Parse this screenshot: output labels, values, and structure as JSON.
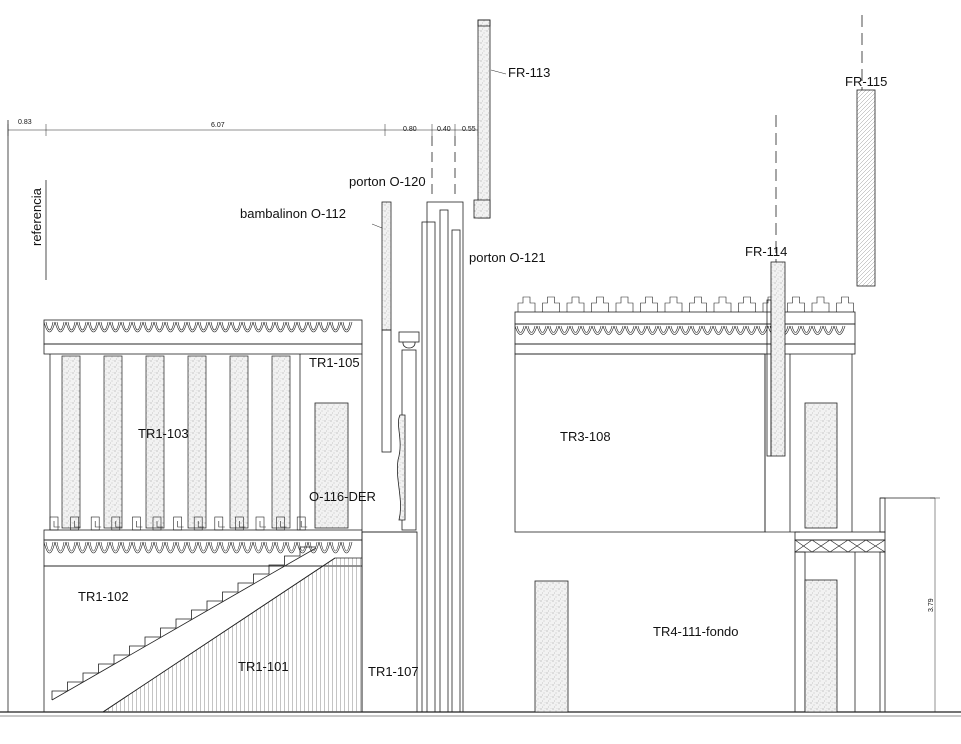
{
  "labels": {
    "referencia": "referencia",
    "fr113": "FR-113",
    "fr114": "FR-114",
    "fr115": "FR-115",
    "porton120": "porton O-120",
    "porton121": "porton O-121",
    "bambalinon112": "bambalinon O-112",
    "tr1_105": "TR1-105",
    "tr1_103": "TR1-103",
    "o116": "O-116-DER",
    "tr1_102": "TR1-102",
    "tr1_101": "TR1-101",
    "tr1_107": "TR1-107",
    "tr3_108": "TR3-108",
    "tr4_111": "TR4-111-fondo"
  },
  "dimensions": {
    "d083": "0.83",
    "d607": "6.07",
    "d080": "0.80",
    "d040": "0.40",
    "d055": "0.55",
    "d379": "3.79"
  },
  "colors": {
    "line": "#222222",
    "speckle": "#888888"
  }
}
